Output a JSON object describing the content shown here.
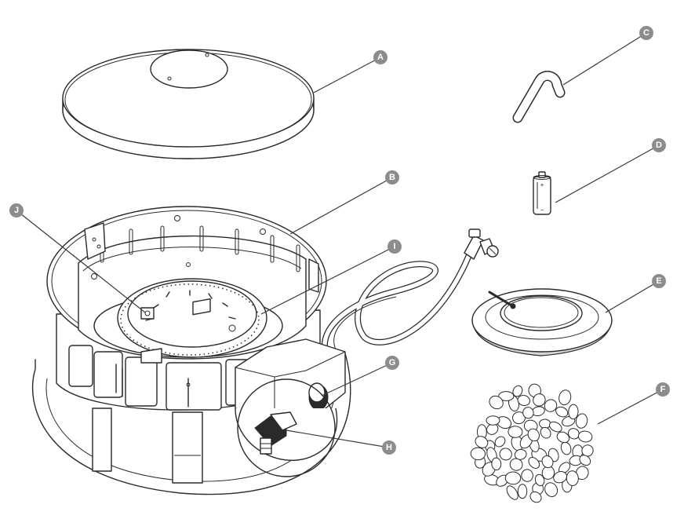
{
  "callouts": [
    {
      "id": "A",
      "label": "A"
    },
    {
      "id": "B",
      "label": "B"
    },
    {
      "id": "C",
      "label": "C"
    },
    {
      "id": "D",
      "label": "D"
    },
    {
      "id": "E",
      "label": "E"
    },
    {
      "id": "F",
      "label": "F"
    },
    {
      "id": "G",
      "label": "G"
    },
    {
      "id": "H",
      "label": "H"
    },
    {
      "id": "I",
      "label": "I"
    },
    {
      "id": "J",
      "label": "J"
    }
  ],
  "battery": {
    "polarity_plus": "+",
    "polarity_minus": "−"
  },
  "colors": {
    "badge": "#8c8c8c",
    "line": "#2a2a2a",
    "fill": "#ffffff",
    "shade": "#d6d6d6"
  }
}
